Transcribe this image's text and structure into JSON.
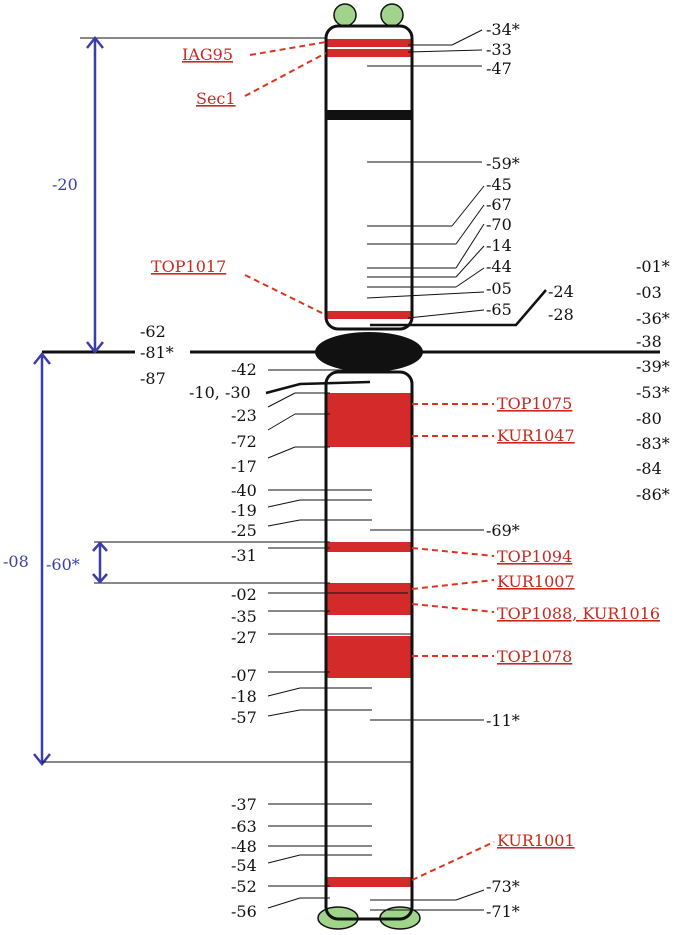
{
  "colors": {
    "band": "#d42a2a",
    "blue": "#3a3fa8",
    "red_label": "#c8281f",
    "telomere": "#9fd48a"
  },
  "upper_markers": [
    "-34*",
    "-33",
    "-47",
    "-59*",
    "-45",
    "-67",
    "-70",
    "-14",
    "-44",
    "-05",
    "-65",
    "-24",
    "-28"
  ],
  "centromere_left": [
    "-62",
    "-81*",
    "-87"
  ],
  "centromere_right": [
    "-01*",
    "-03",
    "-36*",
    "-38",
    "-39*",
    "-53*",
    "-80",
    "-83*",
    "-84",
    "-86*"
  ],
  "lower_left": [
    "-42",
    "-10, -30",
    "-23",
    "-72",
    "-17",
    "-40",
    "-19",
    "-25",
    "-31",
    "-02",
    "-35",
    "-27",
    "-07",
    "-18",
    "-57",
    "-37",
    "-63",
    "-48",
    "-54",
    "-52",
    "-56"
  ],
  "lower_right": [
    "-69*",
    "-11*",
    "-73*",
    "-71*"
  ],
  "genes": [
    "IAG95",
    "Sec1",
    "TOP1017",
    "TOP1075",
    "KUR1047",
    "TOP1094",
    "KUR1007",
    "TOP1088, KUR1016",
    "TOP1078",
    "KUR1001"
  ],
  "intervals": [
    "-20",
    "-08",
    "-60*"
  ]
}
